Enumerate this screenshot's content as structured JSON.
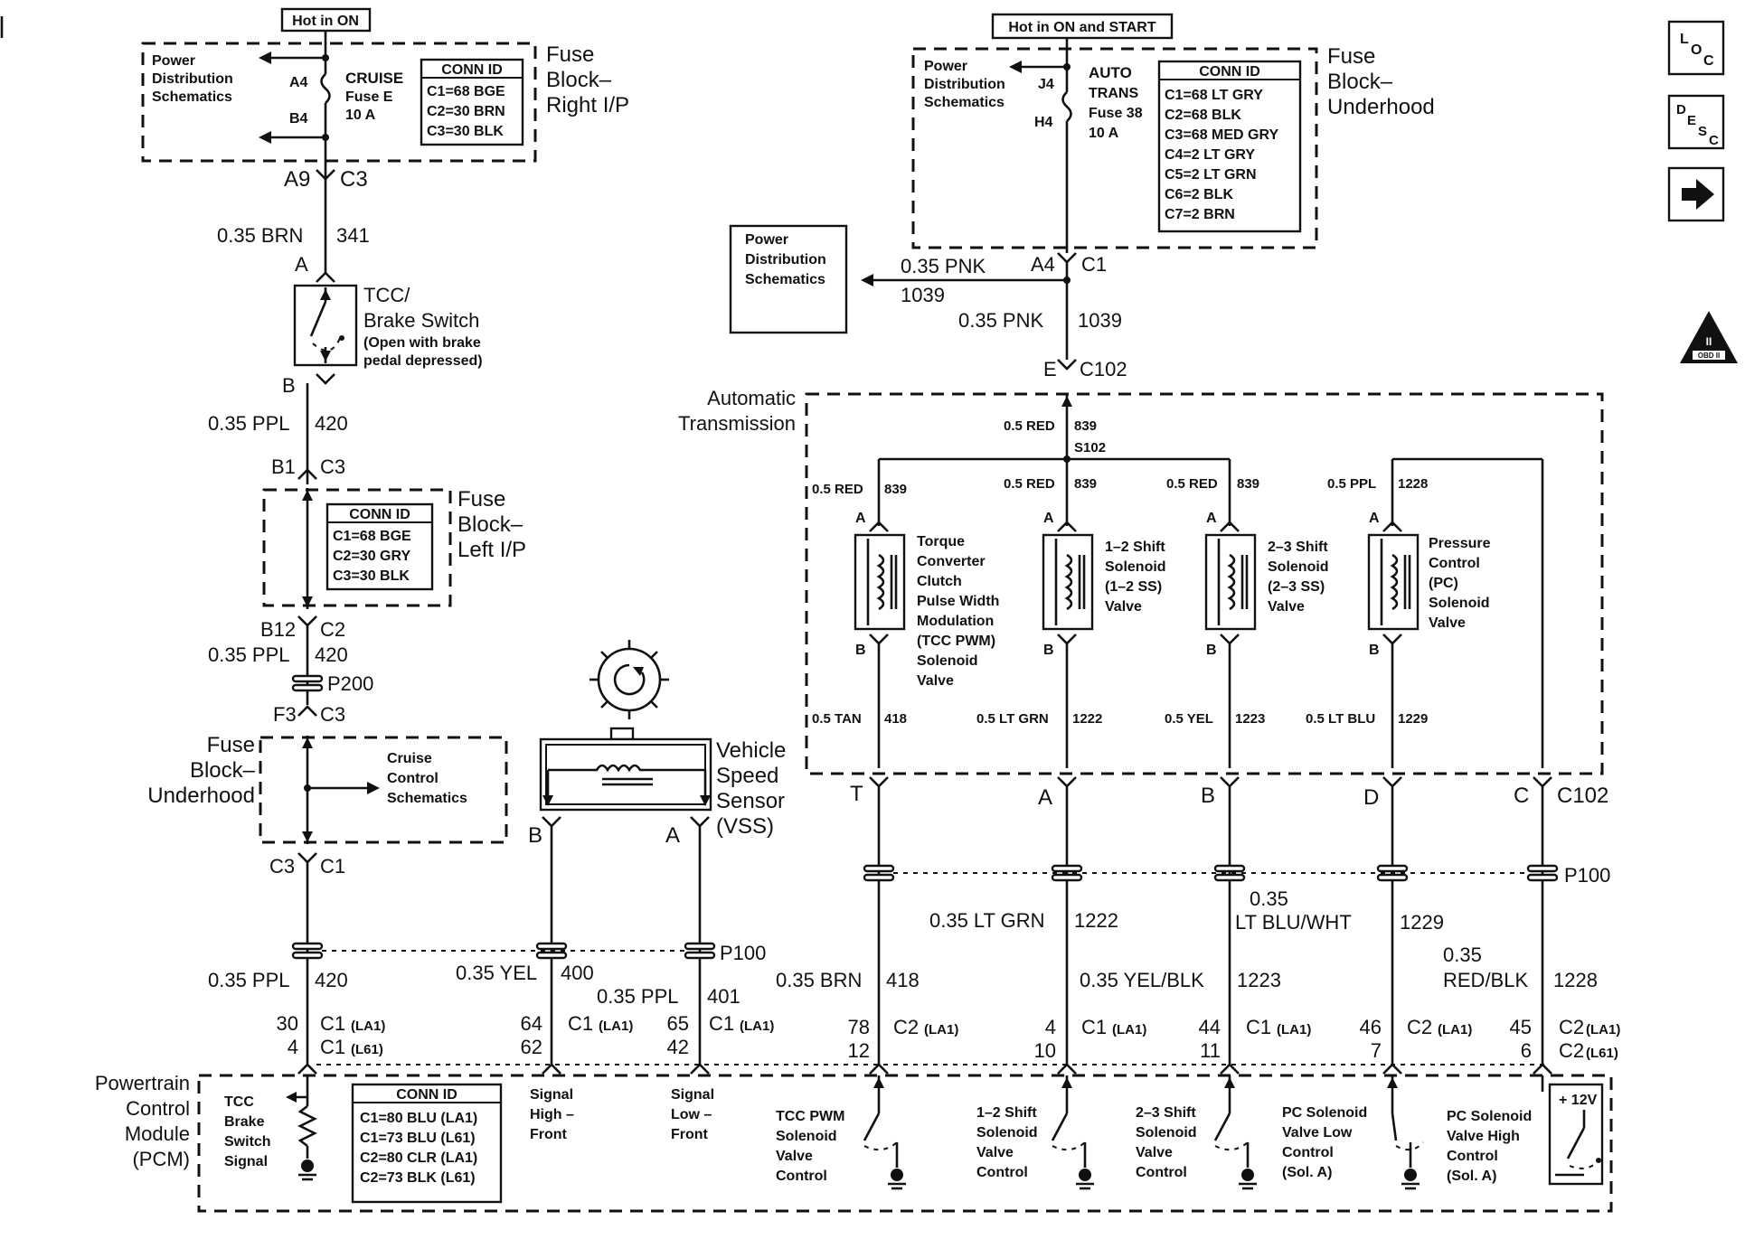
{
  "hot_in_on": "Hot in ON",
  "hot_in_on_start": "Hot in ON and START",
  "fuse_block_rip": {
    "pds_1": "Power",
    "pds_2": "Distribution",
    "pds_3": "Schematics",
    "a4": "A4",
    "b4": "B4",
    "fuse_1": "CRUISE",
    "fuse_2": "Fuse E",
    "fuse_3": "10 A",
    "conn_title": "CONN ID",
    "conn_1": "C1=68 BGE",
    "conn_2": "C2=30 BRN",
    "conn_3": "C3=30 BLK",
    "label_1": "Fuse",
    "label_2": "Block–",
    "label_3": "Right I/P",
    "a9": "A9",
    "c3": "C3"
  },
  "fuse_block_uh": {
    "pds_1": "Power",
    "pds_2": "Distribution",
    "pds_3": "Schematics",
    "j4": "J4",
    "h4": "H4",
    "fuse_1": "AUTO",
    "fuse_2": "TRANS",
    "fuse_3": "Fuse 38",
    "fuse_4": "10 A",
    "conn_title": "CONN ID",
    "conn": [
      "C1=68 LT GRY",
      "C2=68 BLK",
      "C3=68 MED GRY",
      "C4=2 LT GRY",
      "C5=2 LT GRN",
      "C6=2 BLK",
      "C7=2 BRN"
    ],
    "label_1": "Fuse",
    "label_2": "Block–",
    "label_3": "Underhood",
    "a4": "A4",
    "c1": "C1"
  },
  "pds_box": {
    "l1": "Power",
    "l2": "Distribution",
    "l3": "Schematics"
  },
  "wires": {
    "w341_color": "0.35 BRN",
    "w341_num": "341",
    "pnk_color": "0.35 PNK",
    "pnk_num": "1039",
    "pnk2_color": "0.35 PNK",
    "pnk2_num": "1039",
    "w420a_color": "0.35 PPL",
    "w420a_num": "420",
    "w420b_color": "0.35 PPL",
    "w420b_num": "420",
    "w420c_color": "0.35 PPL",
    "w420c_num": "420",
    "w400_color": "0.35 YEL",
    "w400_num": "400",
    "w401_color": "0.35 PPL",
    "w401_num": "401",
    "w418_color": "0.35 BRN",
    "w418_num": "418",
    "w1222_color": "0.35 LT GRN",
    "w1222_num": "1222",
    "w1223_color": "0.35 YEL/BLK",
    "w1223_num": "1223",
    "w1229_c1": "0.35",
    "w1229_c2": "LT BLU/WHT",
    "w1229_num": "1229",
    "w1228_c1": "0.35",
    "w1228_c2": "RED/BLK",
    "w1228_num": "1228"
  },
  "tcc_brake": {
    "a": "A",
    "b": "B",
    "l1": "TCC/",
    "l2": "Brake Switch",
    "l3": "(Open with brake",
    "l4": "pedal depressed)"
  },
  "fuse_block_lip": {
    "b1": "B1",
    "c3": "C3",
    "conn_title": "CONN ID",
    "conn_1": "C1=68 BGE",
    "conn_2": "C2=30 GRY",
    "conn_3": "C3=30 BLK",
    "label_1": "Fuse",
    "label_2": "Block–",
    "label_3": "Left I/P",
    "b12": "B12",
    "c2": "C2",
    "p200": "P200",
    "f3": "F3",
    "c3b": "C3"
  },
  "fuse_block_uh2": {
    "label_1": "Fuse",
    "label_2": "Block–",
    "label_3": "Underhood",
    "cruise_1": "Cruise",
    "cruise_2": "Control",
    "cruise_3": "Schematics",
    "c3": "C3",
    "c1": "C1"
  },
  "vss": {
    "l1": "Vehicle",
    "l2": "Speed",
    "l3": "Sensor",
    "l4": "(VSS)",
    "b": "B",
    "a": "A"
  },
  "p100": "P100",
  "p100b": "P100",
  "auto_trans": {
    "l1": "Automatic",
    "l2": "Transmission",
    "e": "E",
    "c102": "C102",
    "red_top": "0.5 RED",
    "red_top_num": "839",
    "s102": "S102",
    "red1": "0.5 RED",
    "red1_num": "839",
    "red2": "0.5 RED",
    "red2_num": "839",
    "red3": "0.5 RED",
    "red3_num": "839",
    "ppl": "0.5 PPL",
    "ppl_num": "1228",
    "tcc_sol": [
      "Torque",
      "Converter",
      "Clutch",
      "Pulse Width",
      "Modulation",
      "(TCC PWM)",
      "Solenoid",
      "Valve"
    ],
    "ss12": [
      "1–2 Shift",
      "Solenoid",
      "(1–2 SS)",
      "Valve"
    ],
    "ss23": [
      "2–3 Shift",
      "Solenoid",
      "(2–3 SS)",
      "Valve"
    ],
    "pc": [
      "Pressure",
      "Control",
      "(PC)",
      "Solenoid",
      "Valve"
    ],
    "pin_a": "A",
    "pin_b": "B",
    "tan": "0.5 TAN",
    "tan_num": "418",
    "ltgrn": "0.5 LT GRN",
    "ltgrn_num": "1222",
    "yel": "0.5 YEL",
    "yel_num": "1223",
    "ltblu": "0.5 LT BLU",
    "ltblu_num": "1229",
    "pin_t": "T",
    "pin_a2": "A",
    "pin_b2": "B",
    "pin_d": "D",
    "pin_c": "C",
    "c102b": "C102"
  },
  "pcm_pins": {
    "p30": "30",
    "p4": "4",
    "c1la1": "C1",
    "la1": "(LA1)",
    "l61": "(L61)",
    "p64": "64",
    "p62": "62",
    "p65": "65",
    "p42": "42",
    "p78": "78",
    "p12": "12",
    "c2": "C2",
    "p4b": "4",
    "p10": "10",
    "p44": "44",
    "p11": "11",
    "p46": "46",
    "p7": "7",
    "p45": "45",
    "p6": "6"
  },
  "pcm": {
    "l1": "Powertrain",
    "l2": "Control",
    "l3": "Module",
    "l4": "(PCM)",
    "tcc_brake": [
      "TCC",
      "Brake",
      "Switch",
      "Signal"
    ],
    "conn_title": "CONN ID",
    "conn": [
      "C1=80 BLU (LA1)",
      "C1=73 BLU (L61)",
      "C2=80 CLR (LA1)",
      "C2=73 BLK (L61)"
    ],
    "sig_high": [
      "Signal",
      "High –",
      "Front"
    ],
    "sig_low": [
      "Signal",
      "Low –",
      "Front"
    ],
    "tcc_pwm": [
      "TCC PWM",
      "Solenoid",
      "Valve",
      "Control"
    ],
    "ss12": [
      "1–2 Shift",
      "Solenoid",
      "Valve",
      "Control"
    ],
    "ss23": [
      "2–3 Shift",
      "Solenoid",
      "Valve",
      "Control"
    ],
    "pc_low": [
      "PC Solenoid",
      "Valve Low",
      "Control",
      "(Sol. A)"
    ],
    "pc_high": [
      "PC Solenoid",
      "Valve High",
      "Control",
      "(Sol. A)"
    ],
    "v12": "+ 12V"
  },
  "side_icons": {
    "loc": "LOC",
    "desc": "DESC",
    "obd": "OBD II"
  }
}
